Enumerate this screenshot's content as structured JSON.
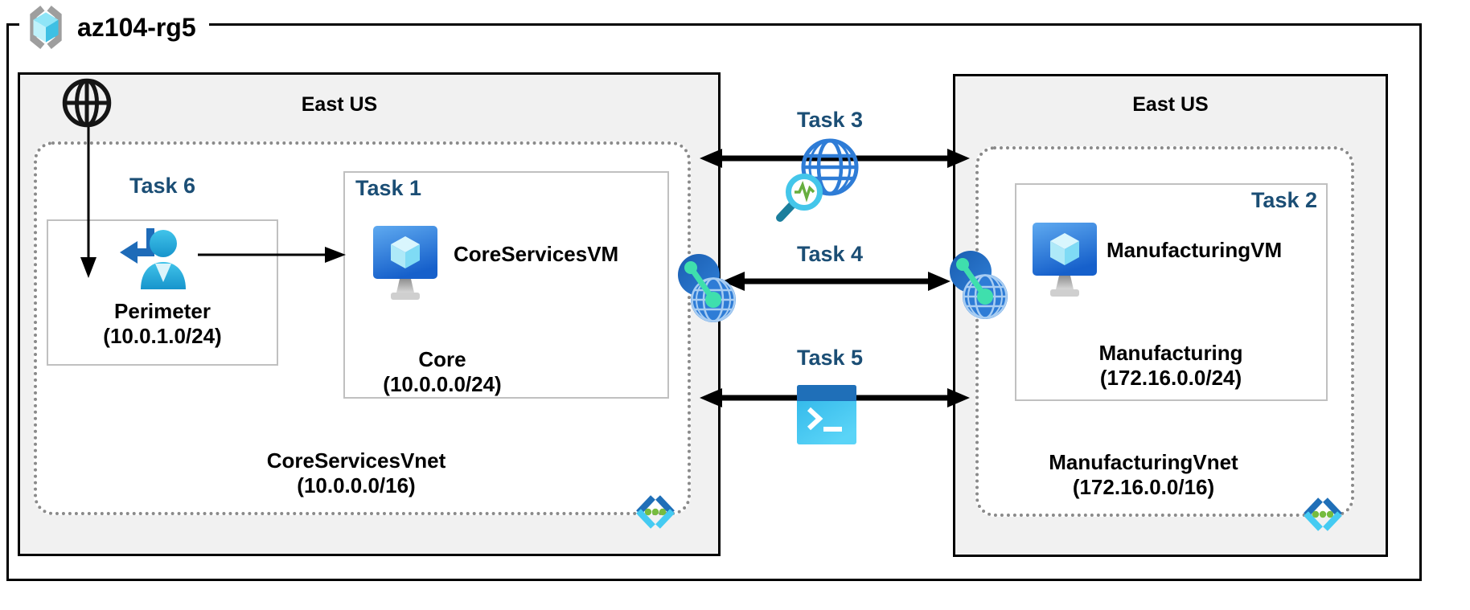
{
  "resource_group": {
    "label": "az104-rg5"
  },
  "regions": {
    "left": {
      "label": "East US",
      "vnet_name": "CoreServicesVnet",
      "vnet_cidr": "(10.0.0.0/16)",
      "subnets": {
        "perimeter": {
          "task": "Task 6",
          "name": "Perimeter",
          "cidr": "(10.0.1.0/24)"
        },
        "core": {
          "task": "Task 1",
          "vm_name": "CoreServicesVM",
          "name": "Core",
          "cidr": "(10.0.0.0/24)"
        }
      }
    },
    "right": {
      "label": "East US",
      "vnet_name": "ManufacturingVnet",
      "vnet_cidr": "(172.16.0.0/16)",
      "subnets": {
        "manufacturing": {
          "task": "Task 2",
          "vm_name": "ManufacturingVM",
          "name": "Manufacturing",
          "cidr": "(172.16.0.0/24)"
        }
      }
    }
  },
  "connections": {
    "task3": {
      "label": "Task 3",
      "icon": "network-watcher-icon"
    },
    "task4": {
      "label": "Task 4",
      "icon": "vnet-peering-icon"
    },
    "task5": {
      "label": "Task 5",
      "icon": "cloud-shell-icon"
    }
  },
  "icons": {
    "resource_group": "resource-group-icon",
    "internet": "internet-globe-icon",
    "perimeter_user": "user-entry-icon",
    "virtual_machine": "virtual-machine-icon",
    "virtual_network": "virtual-network-icon"
  },
  "colors": {
    "task_label": "#1B4E75",
    "region_fill": "#F1F1F1",
    "dotted_border": "#8A8A8A",
    "subnet_border": "#C0C0C0",
    "azure_blue": "#2E7CD6",
    "cyan": "#45CBF2",
    "peering_green": "#3FDFAD",
    "vnet_dot_green": "#76BC3F"
  }
}
